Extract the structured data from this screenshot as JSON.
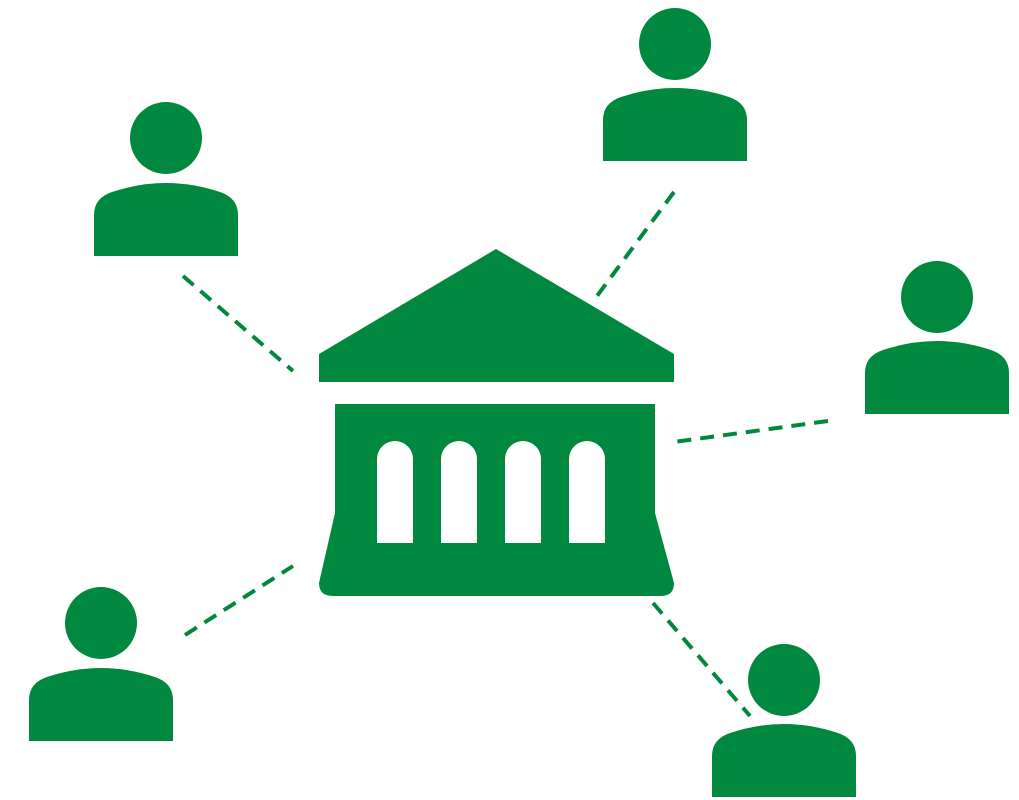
{
  "diagram": {
    "type": "hub-and-spoke",
    "accent_color": "#00883f",
    "background_color": "#ffffff",
    "connector_style": "dashed",
    "hub": {
      "icon": "bank-building-icon"
    },
    "nodes": [
      {
        "id": "top-left",
        "icon": "person-icon"
      },
      {
        "id": "top-right",
        "icon": "person-icon"
      },
      {
        "id": "right",
        "icon": "person-icon"
      },
      {
        "id": "bottom-left",
        "icon": "person-icon"
      },
      {
        "id": "bottom-right",
        "icon": "person-icon"
      }
    ]
  }
}
